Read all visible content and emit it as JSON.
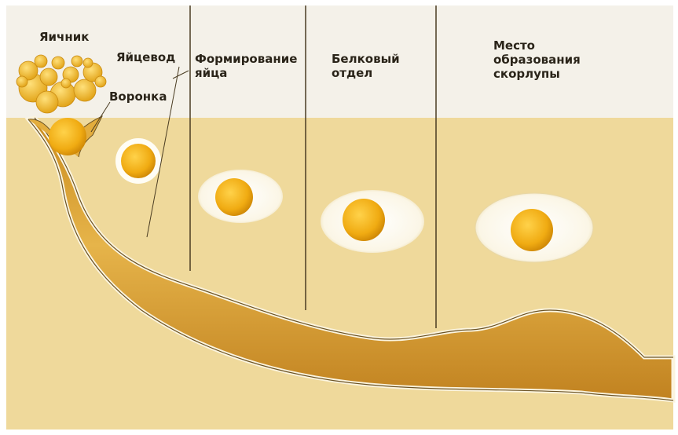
{
  "labels": {
    "ovary": "Яичник",
    "oviduct": "Яйцевод",
    "funnel": "Воронка",
    "egg_formation": "Формирование\nяйца",
    "albumen_section": "Белковый\nотдел",
    "shell_formation": "Место\nобразования\nскорлупы"
  },
  "colors": {
    "sky": "#f4f1e9",
    "ground": "#efd99b",
    "yolk": "#f0b219",
    "yolk_dark": "#d38c06",
    "albumen": "#fbf8ee",
    "tube": "#d9a33b",
    "tube_dark": "#b47d22",
    "outline": "#6b5325"
  }
}
